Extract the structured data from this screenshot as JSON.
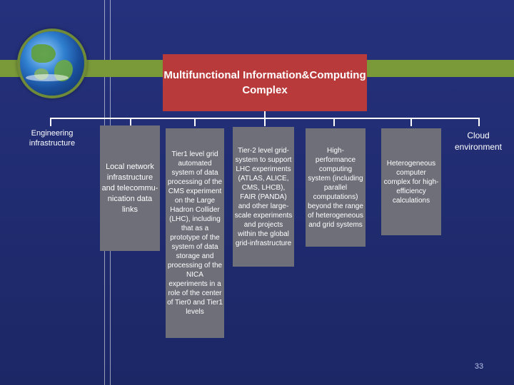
{
  "title": "Multifunctional Information&Computing Complex",
  "boxes": {
    "engineering": "Engineering infrastructure",
    "local_network": "Local network infrastructure and telecommu-nication data links",
    "tier1": "Tier1 level grid automated system of data processing of the CMS experiment on the Large Hadron Collider (LHC), including that as a prototype of the system of data storage and processing of the NICA experiments in a role of the center of Tier0 and Tier1 levels",
    "tier2": "Tier-2 level grid-system to support LHC experiments (ATLAS, ALICE, CMS, LHCB), FAIR (PANDA) and other large-scale experiments and projects within the global grid-infrastructure",
    "hpc": "High-performance computing system (including parallel computations) beyond the range of heterogeneous and grid systems",
    "heterogeneous": "Heterogeneous computer complex for high-efficiency calculations",
    "cloud": "Cloud environment"
  },
  "page_number": "33",
  "colors": {
    "background": "#1e2a6e",
    "band": "#7a9a3a",
    "title_box": "#b83a3a",
    "box": "#6f6f7a"
  }
}
